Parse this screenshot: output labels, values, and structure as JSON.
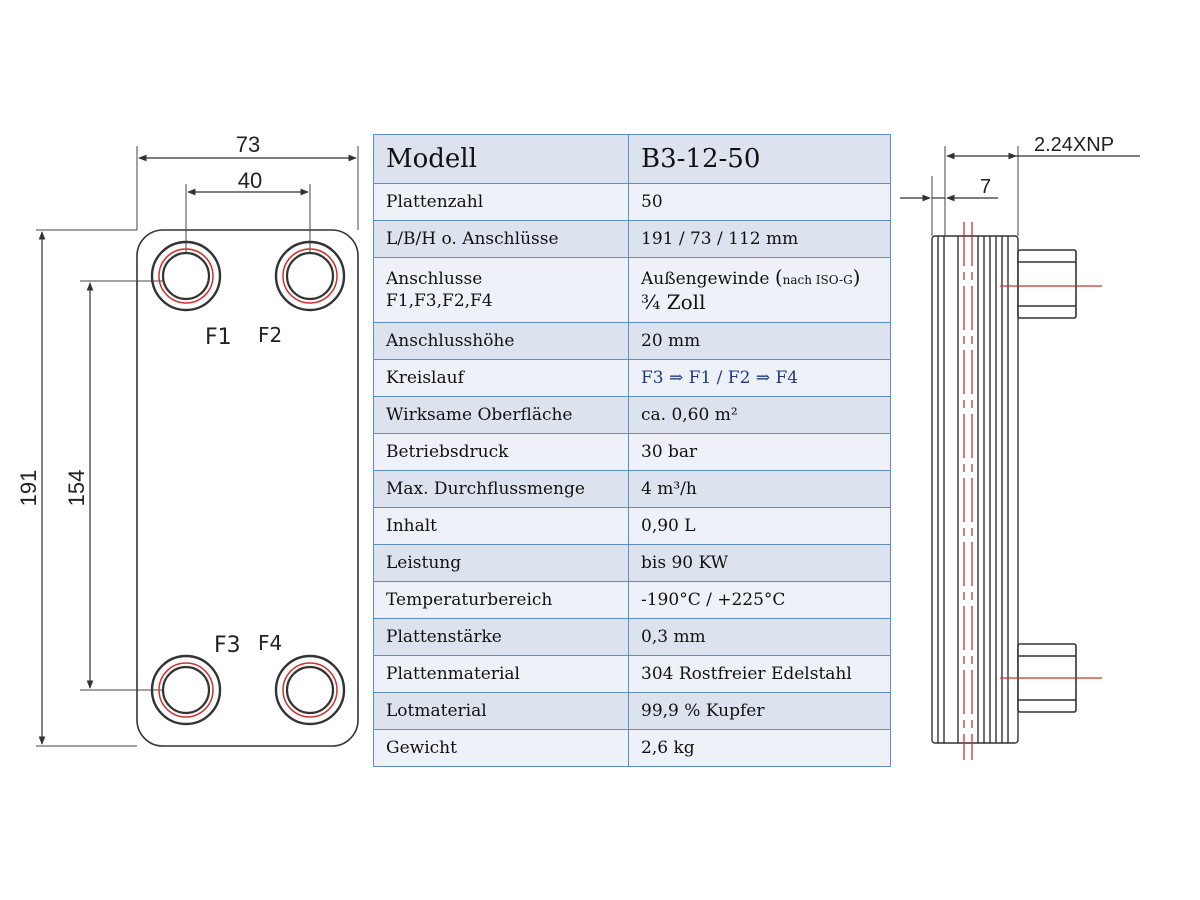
{
  "front_view": {
    "dim_width": "73",
    "dim_port_spacing": "40",
    "dim_height": "191",
    "dim_port_height": "154",
    "ports": [
      "F1",
      "F2",
      "F3",
      "F4"
    ]
  },
  "side_view": {
    "dim_thread": "2.24XNP",
    "dim_depth": "7"
  },
  "specs": {
    "header": {
      "label": "Modell",
      "value": "B3-12-50"
    },
    "rows": [
      {
        "label": "Plattenzahl",
        "value": "50"
      },
      {
        "label": "L/B/H o. Anschlüsse",
        "value": "191 / 73 / 112 mm"
      },
      {
        "label_line1": "Anschlusse",
        "label_line2": "F1,F3,F2,F4",
        "value_line1": "Außengewinde",
        "value_paren_open": "(",
        "value_small": "nach ISO-G",
        "value_paren_close": ")",
        "value_line2": "¾ Zoll"
      },
      {
        "label": "Anschlusshöhe",
        "value": "20 mm"
      },
      {
        "label": "Kreislauf",
        "value": "F3 ⇒ F1 / F2 ⇒ F4"
      },
      {
        "label": "Wirksame Oberfläche",
        "value": "ca. 0,60 m²"
      },
      {
        "label": "Betriebsdruck",
        "value": "30 bar"
      },
      {
        "label": "Max. Durchflussmenge",
        "value": "4 m³/h"
      },
      {
        "label": "Inhalt",
        "value": "0,90 L"
      },
      {
        "label": "Leistung",
        "value": "bis  90 KW"
      },
      {
        "label": "Temperaturbereich",
        "value": "-190°C / +225°C"
      },
      {
        "label": "Plattenstärke",
        "value": "0,3 mm"
      },
      {
        "label": "Plattenmaterial",
        "value": "304 Rostfreier Edelstahl"
      },
      {
        "label": "Lotmaterial",
        "value": "99,9 % Kupfer"
      },
      {
        "label": "Gewicht",
        "value": "2,6 kg"
      }
    ]
  },
  "colors": {
    "table_border": "#5b8fc4",
    "row_shade": "#dde3ee",
    "row_light": "#eef2f8",
    "drawing_line": "#333333",
    "center_line": "#d03030"
  }
}
